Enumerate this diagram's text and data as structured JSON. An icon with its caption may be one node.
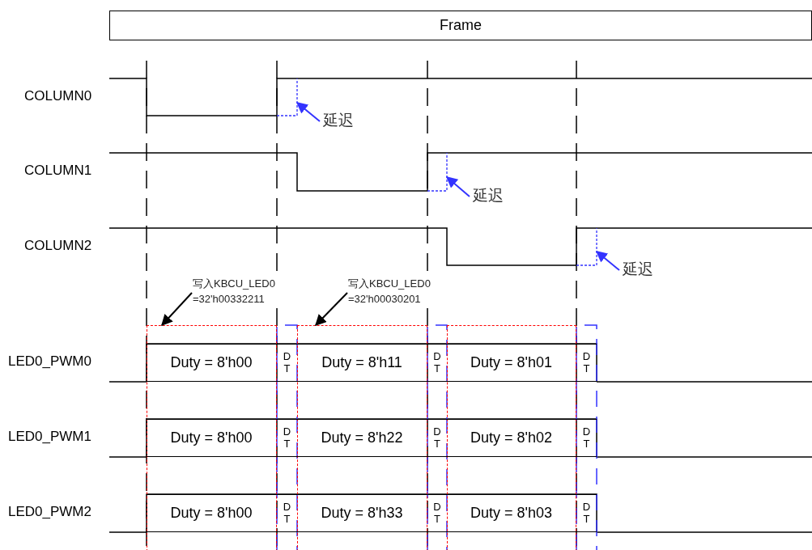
{
  "diagram": {
    "nodes": [
      {
        "text": [
          "Frame"
        ]
      },
      {
        "text": [],
        "shape": "box"
      },
      {
        "text": [],
        "shape": "box"
      },
      {
        "text": [],
        "shape": "box"
      },
      {
        "text": [
          "Duty = 8'h00"
        ],
        "in": 1
      },
      {
        "text": [
          "D T"
        ]
      },
      {
        "text": [
          "Duty = 8'h11"
        ],
        "in": 2
      },
      {
        "text": [
          "D T"
        ]
      },
      {
        "text": [
          "Duty = 8'h01"
        ],
        "in": 3
      },
      {
        "text": [
          "D T"
        ]
      },
      {
        "text": [
          "Duty = 8'h00"
        ],
        "in": 1
      },
      {
        "text": [
          "D T"
        ]
      },
      {
        "text": [
          "Duty = 8'h22"
        ],
        "in": 2
      },
      {
        "text": [
          "D T"
        ]
      },
      {
        "text": [
          "Duty = 8'h02"
        ],
        "in": 3
      },
      {
        "text": [
          "D T"
        ]
      },
      {
        "text": [
          "Duty = 8'h00"
        ],
        "in": 1
      },
      {
        "text": [
          "D T"
        ]
      },
      {
        "text": [
          "Duty = 8'h33"
        ],
        "in": 2
      },
      {
        "text": [
          "D T"
        ]
      },
      {
        "text": [
          "Duty = 8'h03"
        ],
        "in": 3
      },
      {
        "text": [
          "D T"
        ]
      },
      {
        "text": [
          "延迟"
        ]
      },
      {
        "text": [
          "延迟"
        ]
      },
      {
        "text": [
          "延迟"
        ]
      },
      {
        "text": [
          "写入KBCU_LED0 =32'h00332211"
        ]
      },
      {
        "text": [
          "写入KBCU_LED0 =32'h00030201"
        ]
      },
      {
        "text": [],
        "shape": "bracket"
      },
      {
        "text": [],
        "shape": "bracket"
      },
      {
        "text": [],
        "shape": "bracket"
      }
    ],
    "edges": [
      {
        "from": 22,
        "to": 27,
        "arrow": "to"
      },
      {
        "from": 23,
        "to": 28,
        "arrow": "to"
      },
      {
        "from": 24,
        "to": 29,
        "arrow": "to"
      },
      {
        "from": 25,
        "to": 1,
        "arrow": "to",
        "color": "#000000"
      },
      {
        "from": 26,
        "to": 2,
        "arrow": "to",
        "color": "#000000"
      }
    ],
    "labels": [
      "COLUMN0",
      "COLUMN1",
      "COLUMN2",
      "LED0_PWM0",
      "LED0_PWM1",
      "LED0_PWM2"
    ]
  }
}
